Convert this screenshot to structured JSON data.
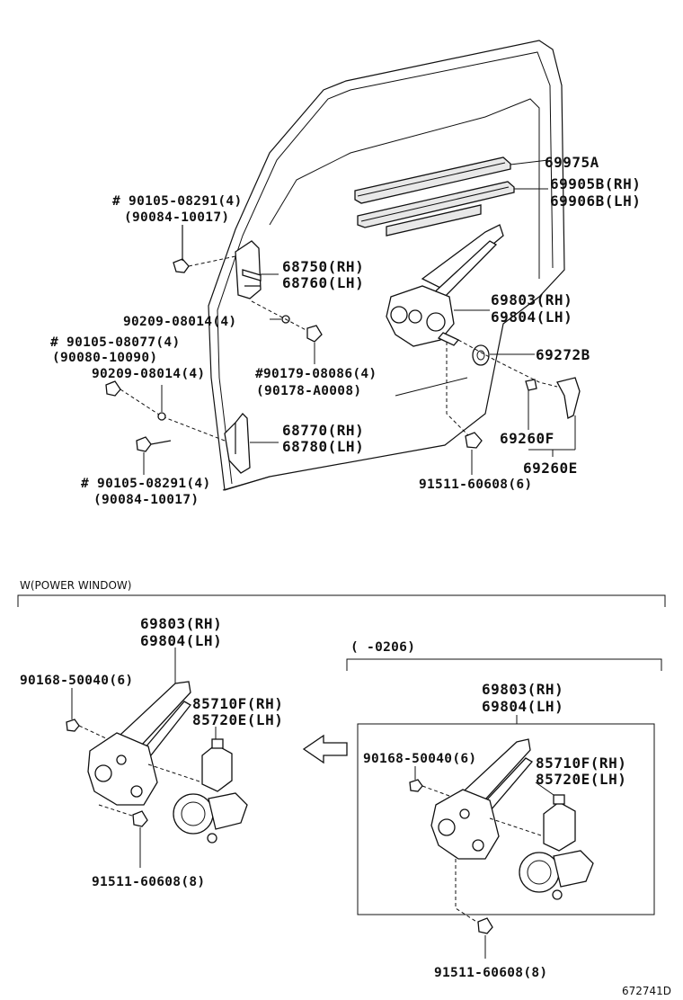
{
  "labels": {
    "p69975A": "69975A",
    "p69905B": "69905B(RH)",
    "p69906B": "69906B(LH)",
    "p90105_08291_top": "# 90105-08291(4)",
    "p90084_10017_top": "(90084-10017)",
    "p68750": "68750(RH)",
    "p68760": "68760(LH)",
    "p69803_top": "69803(RH)",
    "p69804_top": "69804(LH)",
    "p90209_a": "90209-08014(4)",
    "p90105_08077": "# 90105-08077(4)",
    "p90080_10090": "(90080-10090)",
    "p69272B": "69272B",
    "p90209_b": "90209-08014(4)",
    "p90179": "#90179-08086(4)",
    "p90178": "(90178-A0008)",
    "p68770": "68770(RH)",
    "p68780": "68780(LH)",
    "p69260F": "69260F",
    "p69260E": "69260E",
    "p90105_08291_bot": "# 90105-08291(4)",
    "p90084_10017_bot": "(90084-10017)",
    "p91511_6": "91511-60608(6)",
    "section_power": "W(POWER WINDOW)",
    "pw_69803": "69803(RH)",
    "pw_69804": "69804(LH)",
    "pw_90168": "90168-50040(6)",
    "pw_85710F": "85710F(RH)",
    "pw_85720E": "85720E(LH)",
    "pw_91511": "91511-60608(8)",
    "sub_range": "(      -0206)",
    "sb_69803": "69803(RH)",
    "sb_69804": "69804(LH)",
    "sb_90168": "90168-50040(6)",
    "sb_85710F": "85710F(RH)",
    "sb_85720E": "85720E(LH)",
    "sb_91511": "91511-60608(8)",
    "figure_code": "672741D"
  }
}
